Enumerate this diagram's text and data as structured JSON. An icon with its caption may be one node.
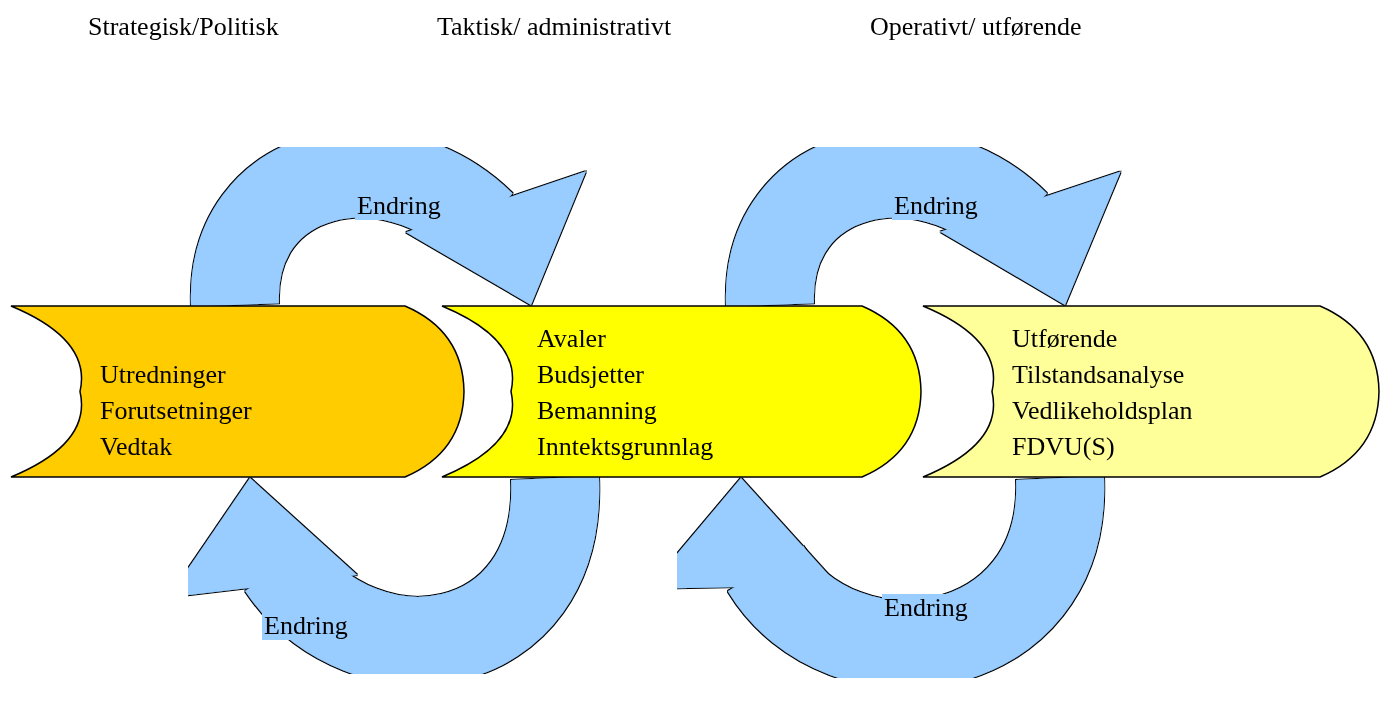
{
  "diagram": {
    "nodes": [
      {
        "text": [
          "Utredninger",
          "Forutsetninger",
          "Vedtak"
        ]
      },
      {
        "text": [
          "Avaler",
          "Budsjetter",
          "Bemanning",
          "Inntektsgrunnlag"
        ]
      },
      {
        "text": [
          "Utførende",
          "Tilstandsanalyse",
          "Vedlikeholdsplan",
          "FDVU(S)"
        ]
      }
    ],
    "edges": [
      {
        "from": 0,
        "to": 1,
        "arrow": "to",
        "label": "Endring"
      },
      {
        "from": 1,
        "to": 2,
        "arrow": "to",
        "label": "Endring"
      },
      {
        "from": 1,
        "to": 0,
        "arrow": "to",
        "label": "Endring"
      },
      {
        "from": 2,
        "to": 1,
        "arrow": "to",
        "label": "Endring"
      }
    ],
    "labels": [
      "Strategisk/Politisk",
      "Taktisk/ administrativt",
      "Operativt/ utførende"
    ]
  }
}
